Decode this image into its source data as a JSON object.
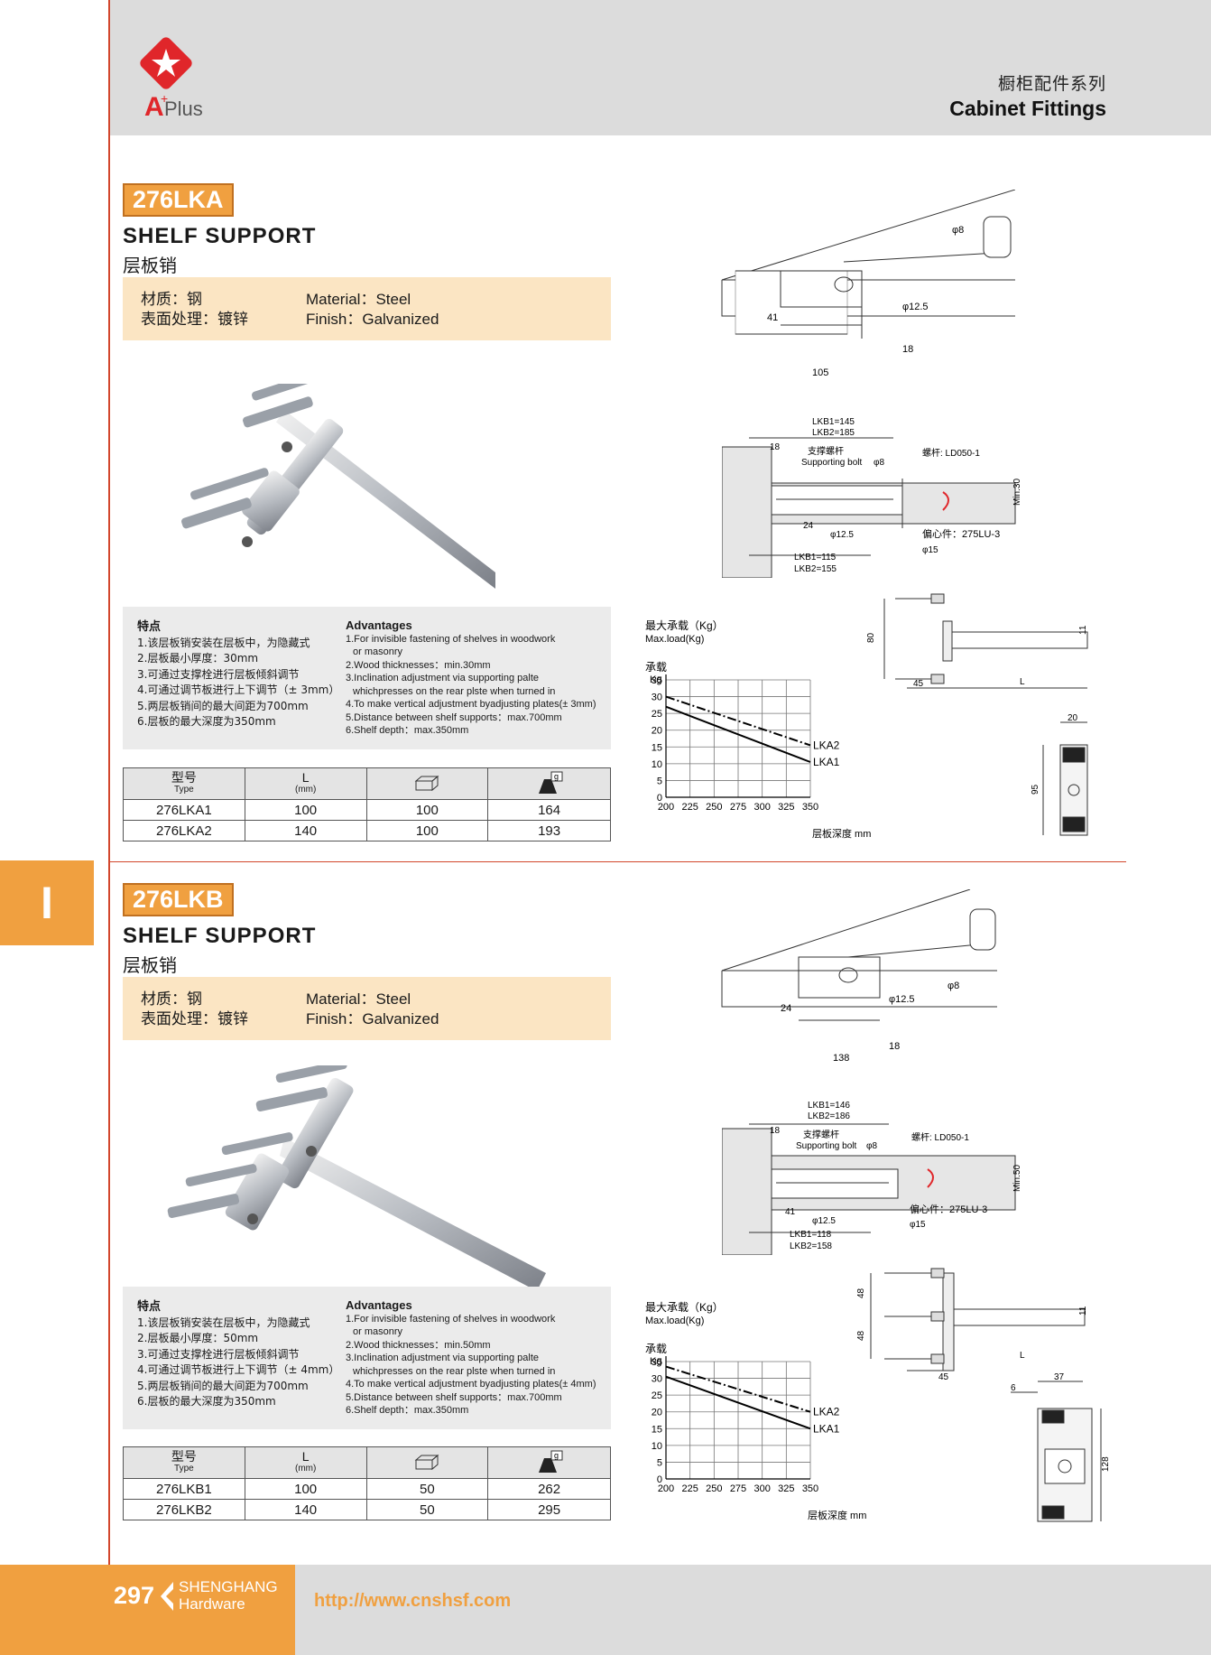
{
  "header": {
    "logo_text": "Plus",
    "series_cn": "橱柜配件系列",
    "series_en": "Cabinet Fittings"
  },
  "section_tab": "I",
  "products": [
    {
      "code": "276LKA",
      "title": "SHELF SUPPORT",
      "title_cn": "层板销",
      "material_cn": "材质：钢",
      "finish_cn": "表面处理：镀锌",
      "material_en": "Material：Steel",
      "finish_en": "Finish：Galvanized",
      "features_cn_title": "特点",
      "features_cn": [
        "1.该层板销安装在层板中，为隐藏式",
        "2.层板最小厚度：30mm",
        "3.可通过支撑栓进行层板倾斜调节",
        "4.可通过调节板进行上下调节（± 3mm）",
        "5.两层板销间的最大间距为700mm",
        "6.层板的最大深度为350mm"
      ],
      "features_en_title": "Advantages",
      "features_en": [
        "1.For invisible fastening of shelves in woodwork",
        "   or masonry",
        "2.Wood thicknesses：min.30mm",
        "3.Inclination adjustment via supporting palte",
        "   whichpresses on the rear plste when turned in",
        "4.To make vertical adjustment byadjusting plates(± 3mm)",
        "5.Distance between shelf supports：max.700mm",
        "6.Shelf depth：max.350mm"
      ],
      "table_headers": {
        "type_cn": "型号",
        "type_en": "Type",
        "l": "L",
        "l_unit": "(mm)",
        "g_unit": "g"
      },
      "table_rows": [
        [
          "276LKA1",
          "100",
          "100",
          "164"
        ],
        [
          "276LKA2",
          "140",
          "100",
          "193"
        ]
      ],
      "drawing_top": {
        "d8": "φ8",
        "d125": "φ12.5",
        "h41": "41",
        "w105": "105",
        "w18": "18"
      },
      "drawing_side": {
        "lkb_top1": "LKB1=145",
        "lkb_top2": "LKB2=185",
        "w18": "18",
        "bolt_cn": "支撑螺杆",
        "bolt_en": "Supporting bolt",
        "d8": "φ8",
        "screw": "螺杆: LD050-1",
        "min": "Min.30",
        "h24": "24",
        "d125": "φ12.5",
        "ecc": "偏心件：275LU-3",
        "d15": "φ15",
        "lkb_bot1": "LKB1=115",
        "lkb_bot2": "LKB2=155"
      },
      "drawing_front": {
        "h80": "80",
        "w45": "45",
        "l": "L",
        "h11": "11"
      },
      "drawing_plate": {
        "w20": "20",
        "h95": "95"
      }
    },
    {
      "code": "276LKB",
      "title": "SHELF SUPPORT",
      "title_cn": "层板销",
      "material_cn": "材质：钢",
      "finish_cn": "表面处理：镀锌",
      "material_en": "Material：Steel",
      "finish_en": "Finish：Galvanized",
      "features_cn_title": "特点",
      "features_cn": [
        "1.该层板销安装在层板中，为隐藏式",
        "2.层板最小厚度：50mm",
        "3.可通过支撑栓进行层板倾斜调节",
        "4.可通过调节板进行上下调节（± 4mm）",
        "5.两层板销间的最大间距为700mm",
        "6.层板的最大深度为350mm"
      ],
      "features_en_title": "Advantages",
      "features_en": [
        "1.For invisible fastening of shelves in woodwork",
        "   or masonry",
        "2.Wood thicknesses：min.50mm",
        "3.Inclination adjustment via supporting palte",
        "   whichpresses on the rear plste when turned in",
        "4.To make vertical adjustment byadjusting plates(± 4mm)",
        "5.Distance between shelf supports：max.700mm",
        "6.Shelf depth：max.350mm"
      ],
      "table_headers": {
        "type_cn": "型号",
        "type_en": "Type",
        "l": "L",
        "l_unit": "(mm)",
        "g_unit": "g"
      },
      "table_rows": [
        [
          "276LKB1",
          "100",
          "50",
          "262"
        ],
        [
          "276LKB2",
          "140",
          "50",
          "295"
        ]
      ],
      "drawing_top": {
        "d8": "φ8",
        "d125": "φ12.5",
        "h41": "24",
        "w105": "138",
        "w18": "18"
      },
      "drawing_side": {
        "lkb_top1": "LKB1=146",
        "lkb_top2": "LKB2=186",
        "w18": "18",
        "bolt_cn": "支撑螺杆",
        "bolt_en": "Supporting bolt",
        "d8": "φ8",
        "screw": "螺杆: LD050-1",
        "min": "Min.50",
        "h24": "41",
        "d125": "φ12.5",
        "ecc": "偏心件：275LU-3",
        "d15": "φ15",
        "lkb_bot1": "LKB1=118",
        "lkb_bot2": "LKB2=158"
      },
      "drawing_front": {
        "h80": "48",
        "h80b": "48",
        "w45": "45",
        "l": "L",
        "h11": "11"
      },
      "drawing_plate": {
        "w20": "37",
        "w6": "6",
        "h95": "128"
      }
    }
  ],
  "chart_data": [
    {
      "type": "line",
      "title": "最大承载（Kg）",
      "subtitle": "Max.load(Kg)",
      "ylabel": "承载",
      "yunit": "Kg",
      "xlabel": "层板深度 mm",
      "x": [
        200,
        350
      ],
      "xticks": [
        200,
        225,
        250,
        275,
        300,
        325,
        350
      ],
      "yticks": [
        0,
        5,
        10,
        15,
        20,
        25,
        30,
        35
      ],
      "xlim": [
        200,
        350
      ],
      "ylim": [
        0,
        35
      ],
      "grid": true,
      "series": [
        {
          "name": "LKA2",
          "style": "dashdot",
          "x": [
            200,
            350
          ],
          "y": [
            30,
            15.5
          ]
        },
        {
          "name": "LKA1",
          "style": "solid",
          "x": [
            200,
            350
          ],
          "y": [
            27,
            10.5
          ]
        }
      ]
    },
    {
      "type": "line",
      "title": "最大承载（Kg）",
      "subtitle": "Max.load(Kg)",
      "ylabel": "承载",
      "yunit": "Kg",
      "xlabel": "层板深度 mm",
      "x": [
        200,
        350
      ],
      "xticks": [
        200,
        225,
        250,
        275,
        300,
        325,
        350
      ],
      "yticks": [
        0,
        5,
        10,
        15,
        20,
        25,
        30,
        35
      ],
      "xlim": [
        200,
        350
      ],
      "ylim": [
        0,
        35
      ],
      "grid": true,
      "series": [
        {
          "name": "LKA2",
          "style": "dashdot",
          "x": [
            200,
            350
          ],
          "y": [
            33.5,
            20
          ]
        },
        {
          "name": "LKA1",
          "style": "solid",
          "x": [
            200,
            350
          ],
          "y": [
            30.5,
            15
          ]
        }
      ]
    }
  ],
  "footer": {
    "page": "297",
    "brand1": "SHENGHANG",
    "brand2": "Hardware",
    "url": "http://www.cnshsf.com"
  }
}
